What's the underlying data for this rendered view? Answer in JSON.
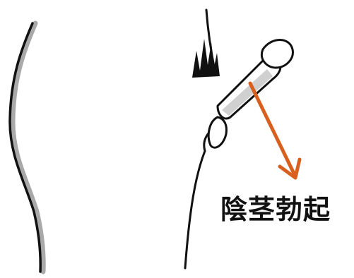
{
  "caption": "陰茎勃起",
  "colors": {
    "line": "#111111",
    "shade": "#a9a9a9",
    "arrow": "#d95f1e",
    "background": "#ffffff"
  },
  "icons": [
    "erection-side-profile-outline",
    "down-right-arrow"
  ]
}
